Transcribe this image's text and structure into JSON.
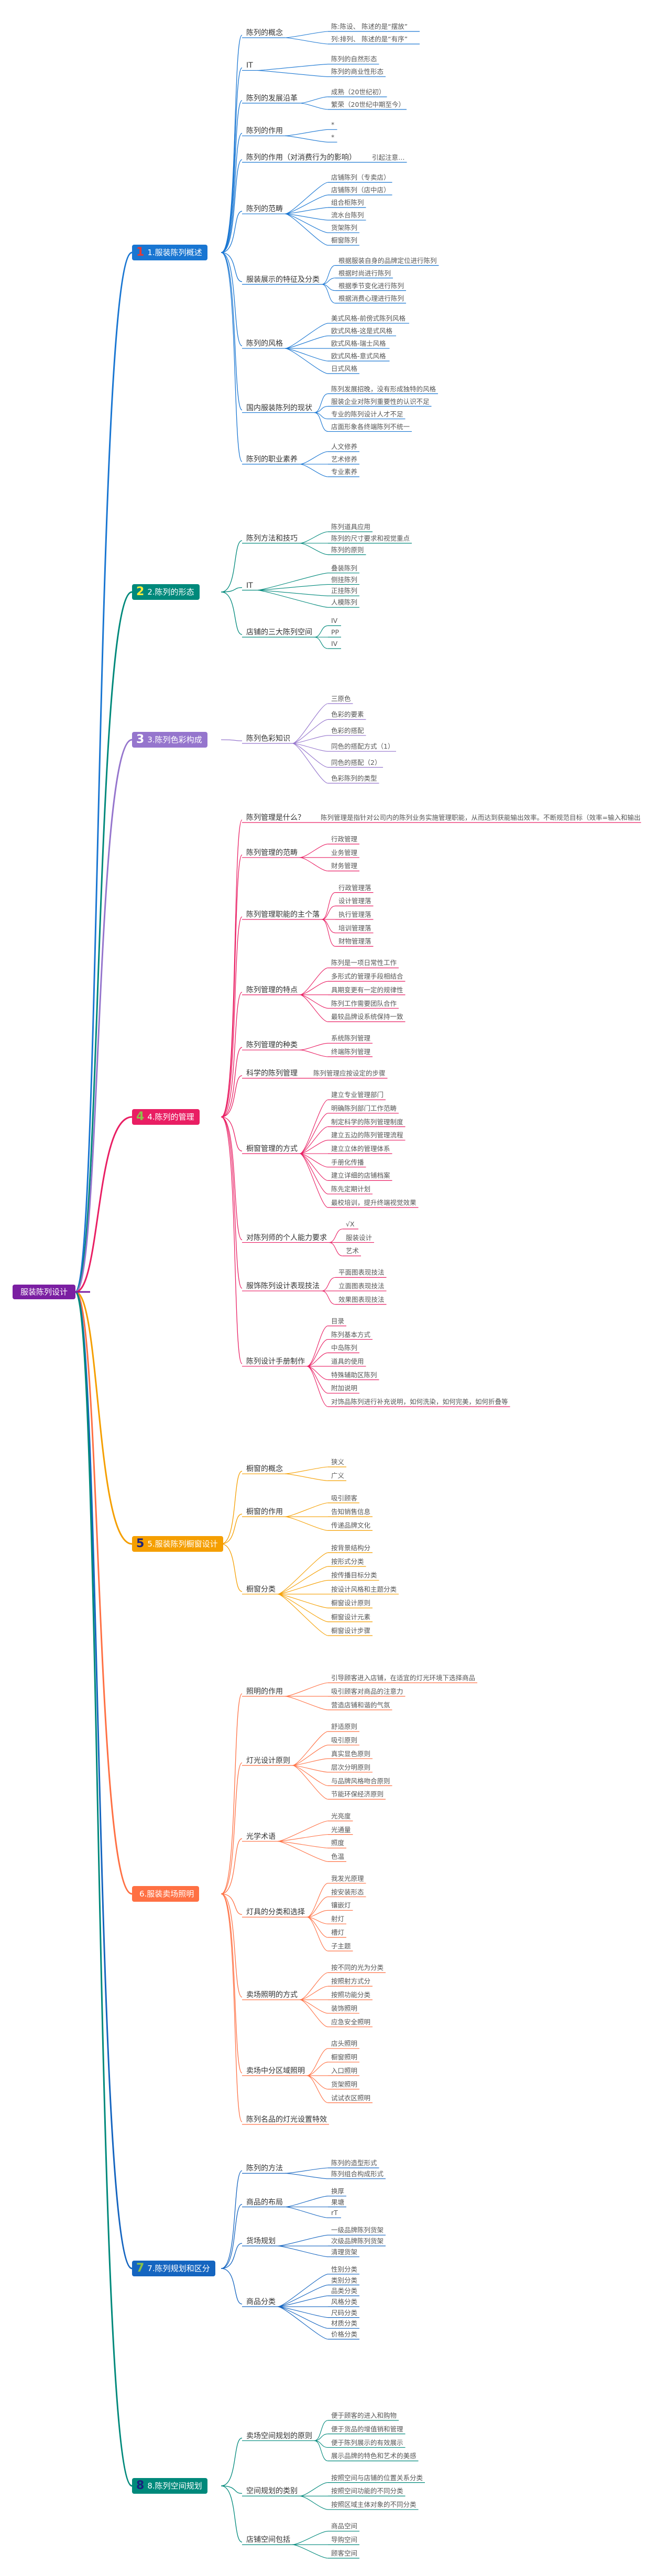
{
  "root": {
    "label": "服装陈列设计",
    "color": "#7b1fa2"
  },
  "branches": [
    {
      "id": "b1",
      "num": "1",
      "label": "1.服装陈列概述",
      "color": "#1976d2",
      "numColor": "#e53935",
      "children": [
        {
          "label": "陈列的概念",
          "children": [
            {
              "label": "陈:陈设、 陈述的是“摆放”"
            },
            {
              "label": "列:排列、 陈述的是“有序”"
            }
          ]
        },
        {
          "label": "IT",
          "children": [
            {
              "label": "陈列的自然形态"
            },
            {
              "label": "陈列的商业性形态"
            }
          ]
        },
        {
          "label": "陈列的发展沿革",
          "children": [
            {
              "label": "成熟（20世纪初）"
            },
            {
              "label": "繁荣（20世纪中期至今）"
            }
          ]
        },
        {
          "label": "陈列的作用",
          "children": [
            {
              "label": "*"
            },
            {
              "label": "*"
            }
          ]
        },
        {
          "label": "陈列的作用（对消费行为的影响）",
          "note": "引起注意…"
        },
        {
          "label": "陈列的范畴",
          "children": [
            {
              "label": "店铺陈列（专卖店）"
            },
            {
              "label": "店铺陈列（店中店）"
            },
            {
              "label": "组合柜陈列"
            },
            {
              "label": "流水台陈列"
            },
            {
              "label": "货架陈列"
            },
            {
              "label": "橱窗陈列"
            }
          ]
        },
        {
          "label": "服装展示的特征及分类",
          "children": [
            {
              "label": "根据服装自身的品牌定位进行陈列"
            },
            {
              "label": "根据时尚进行陈列"
            },
            {
              "label": "根据季节变化进行陈列"
            },
            {
              "label": "根据消费心理进行陈列"
            }
          ]
        },
        {
          "label": "陈列的风格",
          "children": [
            {
              "label": "美式风格-前傍式陈列风格"
            },
            {
              "label": "欧式风格-这是式风格"
            },
            {
              "label": "欧式风格-瑞士风格"
            },
            {
              "label": "欧式风格-意式风格"
            },
            {
              "label": "日式风格"
            }
          ]
        },
        {
          "label": "国内服装陈列的现状",
          "children": [
            {
              "label": "陈列发展招晚，没有形成独特的风格"
            },
            {
              "label": "服装企业对陈列重要性的认识不足"
            },
            {
              "label": "专业的陈列设计人才不足"
            },
            {
              "label": "店面形象各终端陈列不统一"
            }
          ]
        },
        {
          "label": "陈列的职业素养",
          "children": [
            {
              "label": "人文修养"
            },
            {
              "label": "艺术修养"
            },
            {
              "label": "专业素养"
            }
          ]
        }
      ]
    },
    {
      "id": "b2",
      "num": "2",
      "label": "2.陈列的形态",
      "color": "#00897b",
      "numColor": "#ffeb3b",
      "children": [
        {
          "label": "陈列方法和技巧",
          "children": [
            {
              "label": "陈列道具应用"
            },
            {
              "label": "陈列的尺寸要求和视觉重点"
            },
            {
              "label": "陈列的原则"
            }
          ]
        },
        {
          "label": "IT",
          "children": [
            {
              "label": "叠装陈列"
            },
            {
              "label": "侧挂陈列"
            },
            {
              "label": "正挂陈列"
            },
            {
              "label": "人模陈列"
            }
          ]
        },
        {
          "label": "店铺的三大陈列空间",
          "children": [
            {
              "label": "IV"
            },
            {
              "label": "PP"
            },
            {
              "label": "IV"
            }
          ]
        }
      ]
    },
    {
      "id": "b3",
      "num": "3",
      "label": "3.陈列色彩构成",
      "color": "#9575cd",
      "numColor": "#ffffff",
      "children": [
        {
          "label": "陈列色彩知识",
          "children": [
            {
              "label": "三原色"
            },
            {
              "label": "色彩的要素"
            },
            {
              "label": "色彩的搭配"
            },
            {
              "label": "同色的搭配方式（1）"
            },
            {
              "label": "同色的搭配（2）"
            },
            {
              "label": "色彩陈列的类型"
            }
          ]
        }
      ]
    },
    {
      "id": "b4",
      "num": "4",
      "label": "4.陈列的管理",
      "color": "#e91e63",
      "numColor": "#8bc34a",
      "children": [
        {
          "label": "陈列管理是什么？",
          "note": "陈列管理是指针对公司内的陈列业务实施管理职能，从而达到获能输出效率。不断规范目标（效率=输入和输出"
        },
        {
          "label": "陈列管理的范畴",
          "children": [
            {
              "label": "行政管理"
            },
            {
              "label": "业务管理"
            },
            {
              "label": "财务管理"
            }
          ]
        },
        {
          "label": "陈列管理职能的主个落",
          "children": [
            {
              "label": "行政管理落"
            },
            {
              "label": "设计管理落"
            },
            {
              "label": "执行管理落"
            },
            {
              "label": "培训管理落"
            },
            {
              "label": "财物管理落"
            }
          ]
        },
        {
          "label": "陈列管理的特点",
          "children": [
            {
              "label": "陈列是一项日常性工作"
            },
            {
              "label": "多形式的管理手段相结合"
            },
            {
              "label": "具期变更有一定的规律性"
            },
            {
              "label": "陈列工作需要团队合作"
            },
            {
              "label": "最较品牌设系统保持一致"
            }
          ]
        },
        {
          "label": "陈列管理的种类",
          "children": [
            {
              "label": "系统陈列管理"
            },
            {
              "label": "终端陈列管理"
            }
          ]
        },
        {
          "label": "科学的陈列管理",
          "note": "陈列管理应按设定的步骤"
        },
        {
          "label": "橱窗管理的方式",
          "children": [
            {
              "label": "建立专业管理部门"
            },
            {
              "label": "明确陈列部门工作范畴"
            },
            {
              "label": "制定科学的陈列管理制度"
            },
            {
              "label": "建立五边的陈列管理流程"
            },
            {
              "label": "建立立体的管理体系"
            },
            {
              "label": "手册化传播"
            },
            {
              "label": "建立详细的店铺档案"
            },
            {
              "label": "陈先定期计划"
            },
            {
              "label": "最校培训，提升终端视觉效果"
            }
          ]
        },
        {
          "label": "对陈列师的个人能力要求",
          "children": [
            {
              "label": "√X"
            },
            {
              "label": "服装设计"
            },
            {
              "label": "艺术"
            }
          ]
        },
        {
          "label": "服饰陈列设计表现技法",
          "children": [
            {
              "label": "平面图表现技法"
            },
            {
              "label": "立面图表现技法"
            },
            {
              "label": "效果图表现技法"
            }
          ]
        },
        {
          "label": "陈列设计手册制作",
          "children": [
            {
              "label": "目录"
            },
            {
              "label": "陈列基本方式"
            },
            {
              "label": "中岛陈列"
            },
            {
              "label": "道具的使用"
            },
            {
              "label": "特殊辅助区陈列"
            },
            {
              "label": "附加说明"
            },
            {
              "label": "对饰品陈列进行补充说明，如何洗染，如何完美，如何折叠等"
            }
          ]
        }
      ]
    },
    {
      "id": "b5",
      "num": "5",
      "label": "5.服装陈列橱窗设计",
      "color": "#f59f00",
      "numColor": "#1a237e",
      "children": [
        {
          "label": "橱窗的概念",
          "children": [
            {
              "label": "狭义"
            },
            {
              "label": "广义"
            }
          ]
        },
        {
          "label": "橱窗的作用",
          "children": [
            {
              "label": "吸引顾客"
            },
            {
              "label": "告知销售信息"
            },
            {
              "label": "传递品牌文化"
            }
          ]
        },
        {
          "label": "橱窗分类",
          "children": [
            {
              "label": "按背景结构分"
            },
            {
              "label": "按形式分类"
            },
            {
              "label": "按传播目标分类"
            },
            {
              "label": "按设计风格和主题分类"
            },
            {
              "label": "橱窗设计原则"
            },
            {
              "label": "橱窗设计元素"
            },
            {
              "label": "橱窗设计步骤"
            }
          ]
        }
      ]
    },
    {
      "id": "b6",
      "num": "",
      "label": "6.服装卖场照明",
      "color": "#ff7043",
      "numColor": "#ffffff",
      "children": [
        {
          "label": "照明的作用",
          "children": [
            {
              "label": "引导顾客进入店铺，在适宜的灯光环境下选择商品"
            },
            {
              "label": "吸引顾客对商品的注意力"
            },
            {
              "label": "营造店铺和谐的气氛"
            }
          ]
        },
        {
          "label": "灯光设计原则",
          "children": [
            {
              "label": "舒适原则"
            },
            {
              "label": "吸引原则"
            },
            {
              "label": "真实显色原则"
            },
            {
              "label": "层次分明原则"
            },
            {
              "label": "与品牌风格吻合原则"
            },
            {
              "label": "节能环保经济原则"
            }
          ]
        },
        {
          "label": "光学术语",
          "children": [
            {
              "label": "光亮度"
            },
            {
              "label": "光通量"
            },
            {
              "label": "照度"
            },
            {
              "label": "色温"
            }
          ]
        },
        {
          "label": "灯具的分类和选择",
          "children": [
            {
              "label": "我发光原理"
            },
            {
              "label": "按安装形态"
            },
            {
              "label": "镶嵌灯"
            },
            {
              "label": "射灯"
            },
            {
              "label": "槽灯"
            },
            {
              "label": "子主题"
            }
          ]
        },
        {
          "label": "卖场照明的方式",
          "children": [
            {
              "label": "按不同的光为分类"
            },
            {
              "label": "按照射方式分"
            },
            {
              "label": "按照功能分类"
            },
            {
              "label": "装饰照明"
            },
            {
              "label": "应急安全照明"
            }
          ]
        },
        {
          "label": "卖场中分区域照明",
          "children": [
            {
              "label": "店头照明"
            },
            {
              "label": "橱窗照明"
            },
            {
              "label": "入口照明"
            },
            {
              "label": "货架照明"
            },
            {
              "label": "试试衣区照明"
            }
          ]
        },
        {
          "label": "陈列名品的灯光设置特效"
        }
      ]
    },
    {
      "id": "b7",
      "num": "7",
      "label": "7.陈列规划和区分",
      "color": "#1565c0",
      "numColor": "#8bc34a",
      "children": [
        {
          "label": "陈列的方法",
          "children": [
            {
              "label": "陈列的造型形式"
            },
            {
              "label": "陈列组合构成形式"
            }
          ]
        },
        {
          "label": "商品的布局",
          "children": [
            {
              "label": "换厚"
            },
            {
              "label": "果塘"
            },
            {
              "label": "rT"
            }
          ]
        },
        {
          "label": "货场规划",
          "children": [
            {
              "label": "一级品牌陈列货架"
            },
            {
              "label": "次级品牌陈列货架"
            },
            {
              "label": "清理货架"
            }
          ]
        },
        {
          "label": "商品分类",
          "children": [
            {
              "label": "性别分类"
            },
            {
              "label": "类别分类"
            },
            {
              "label": "品类分类"
            },
            {
              "label": "风格分类"
            },
            {
              "label": "尺码分类"
            },
            {
              "label": "材质分类"
            },
            {
              "label": "价格分类"
            }
          ]
        }
      ]
    },
    {
      "id": "b8",
      "num": "8",
      "label": "8.陈列空间规划",
      "color": "#00897b",
      "numColor": "#1a237e",
      "children": [
        {
          "label": "卖场空间规划的原则",
          "children": [
            {
              "label": "便于顾客的进入和购物"
            },
            {
              "label": "便于货品的增值销和管理"
            },
            {
              "label": "便于陈列展示的有效展示"
            },
            {
              "label": "展示品牌的特色和艺术的美感"
            }
          ]
        },
        {
          "label": "空间规划的类别",
          "children": [
            {
              "label": "按照空间与店铺的位置关系分类"
            },
            {
              "label": "按照空间功能的不同分类"
            },
            {
              "label": "按照区域主体对象的不同分类"
            }
          ]
        },
        {
          "label": "店铺空间包括",
          "children": [
            {
              "label": "商品空间"
            },
            {
              "label": "导购空间"
            },
            {
              "label": "顾客空间"
            }
          ]
        }
      ]
    }
  ]
}
